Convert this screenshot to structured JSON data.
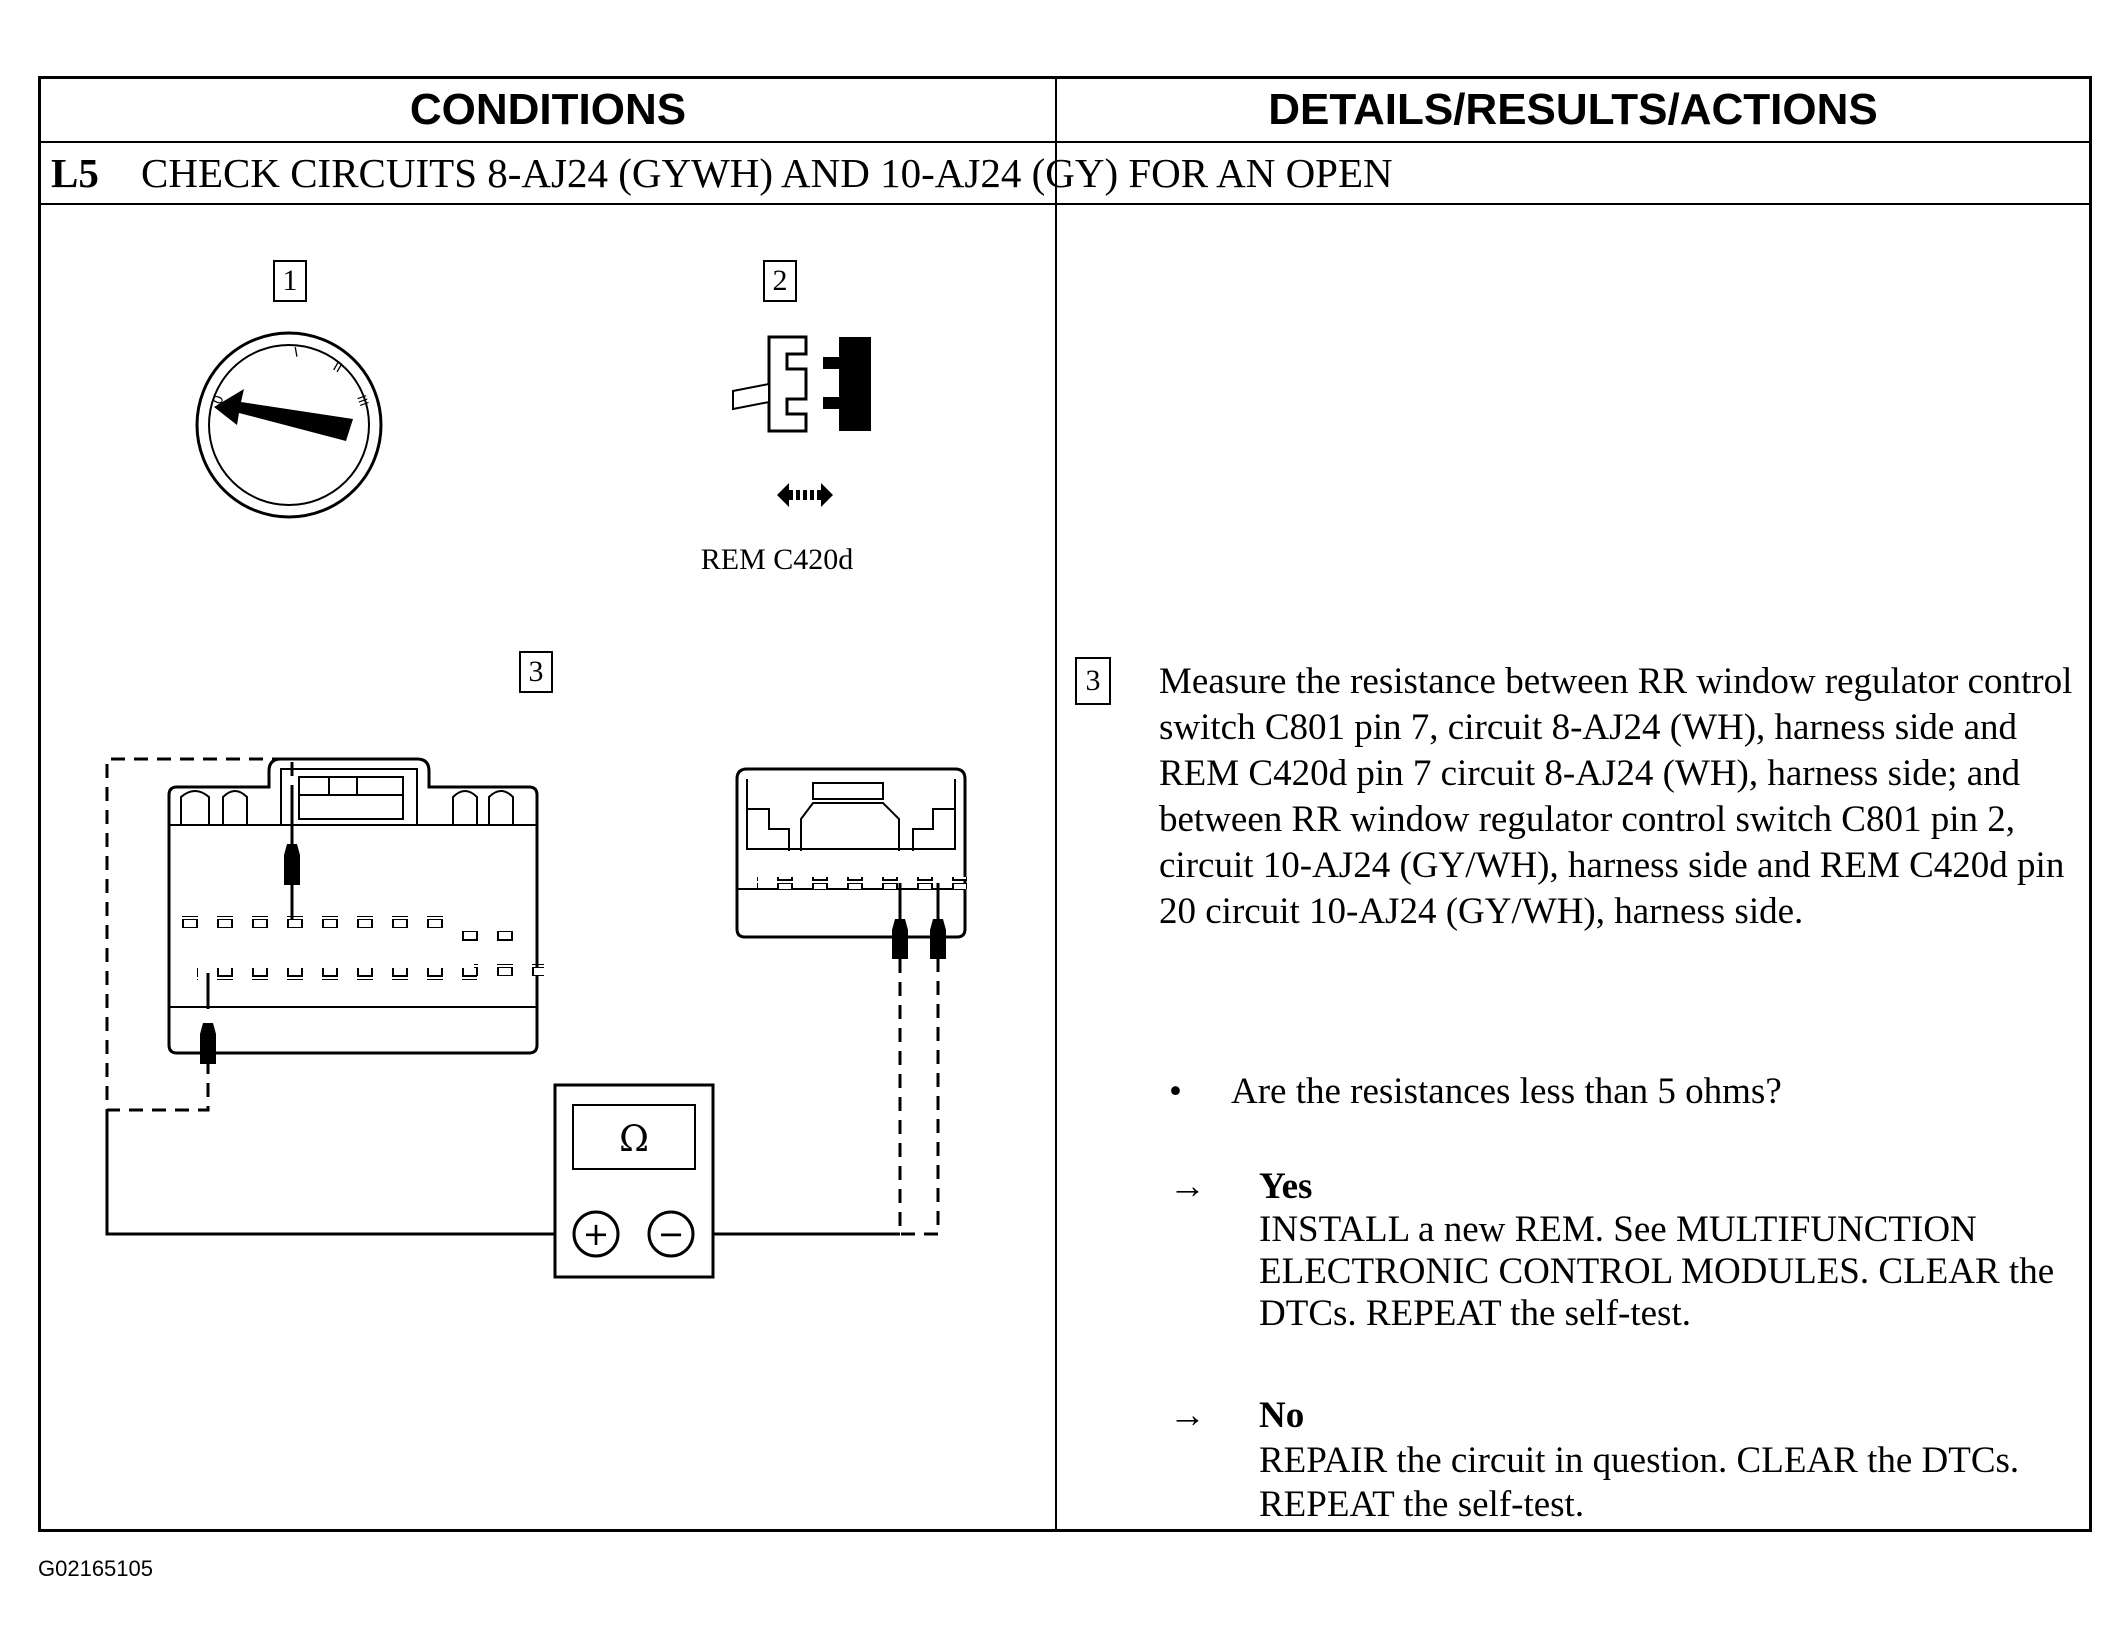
{
  "header": {
    "conditions": "CONDITIONS",
    "details": "DETAILS/RESULTS/ACTIONS"
  },
  "step": {
    "id": "L5",
    "title": "CHECK CIRCUITS 8-AJ24 (GYWH) AND 10-AJ24 (GY) FOR AN OPEN"
  },
  "diagram": {
    "callout_1": "1",
    "callout_2": "2",
    "callout_3": "3",
    "connector_label": "REM C420d",
    "meter_symbol": "Ω",
    "plus": "+",
    "minus": "−",
    "ignition_marks": [
      "0",
      "I",
      "II",
      "III"
    ]
  },
  "details": {
    "step_num": "3",
    "instruction": "Measure the resistance between RR window regulator control switch C801 pin 7, circuit 8-AJ24 (WH), harness side and REM C420d pin 7 circuit 8-AJ24 (WH), harness side; and between RR window regulator control switch C801 pin 2, circuit 10-AJ24 (GY/WH), harness side and REM C420d pin 20 circuit 10-AJ24 (GY/WH), harness side.",
    "question": "Are the resistances less than 5 ohms?",
    "bullet": "•",
    "arrow": "→",
    "yes_label": "Yes",
    "yes_text": "INSTALL a new REM. See MULTIFUNCTION ELECTRONIC CONTROL MODULES. CLEAR the DTCs. REPEAT the self-test.",
    "no_label": "No",
    "no_text": "REPAIR the circuit in question. CLEAR the DTCs. REPEAT the self-test."
  },
  "footer": {
    "figure_id": "G02165105"
  }
}
